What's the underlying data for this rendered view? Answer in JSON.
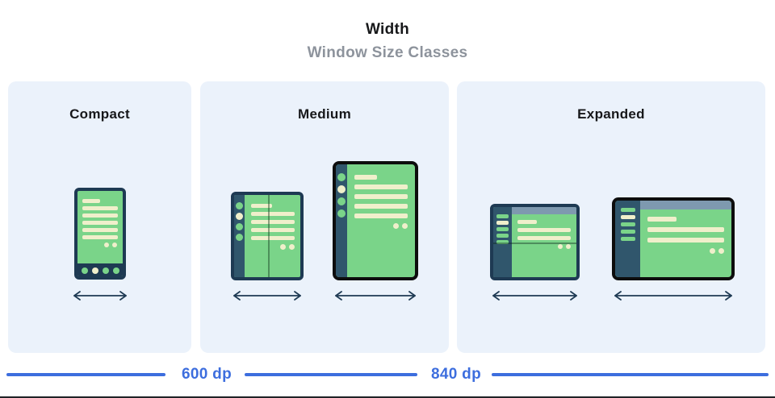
{
  "header": {
    "title": "Width",
    "subtitle": "Window Size Classes"
  },
  "panels": [
    {
      "id": "compact",
      "label": "Compact",
      "devices": [
        "phone-portrait"
      ]
    },
    {
      "id": "medium",
      "label": "Medium",
      "devices": [
        "foldable-open-portrait",
        "tablet-portrait"
      ]
    },
    {
      "id": "expanded",
      "label": "Expanded",
      "devices": [
        "foldable-open-landscape",
        "tablet-landscape"
      ]
    }
  ],
  "breakpoints": [
    {
      "label": "600 dp"
    },
    {
      "label": "840 dp"
    }
  ],
  "icons": {
    "width-arrow": "double-headed horizontal arrow"
  },
  "colors": {
    "accent": "#3D6EDE",
    "panel-bg": "#EBF2FB",
    "frame-navy": "#1E3A53",
    "rail-navy": "#30566C",
    "screen-green": "#7AD489",
    "line-cream": "#F0EFCB",
    "header-slate": "#7E99AF",
    "title-black": "#17181A",
    "subtitle-gray": "#8D939C",
    "frame-black": "#0D0D0D"
  }
}
